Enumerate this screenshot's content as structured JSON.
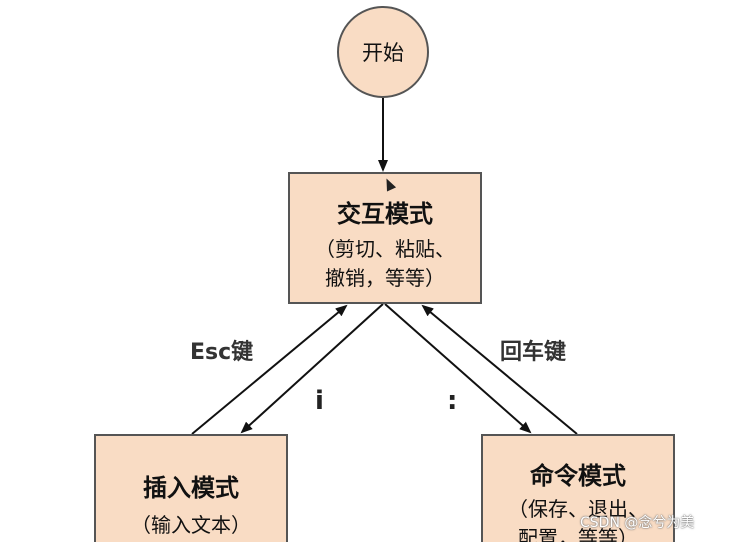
{
  "diagram": {
    "start_label": "开始",
    "interactive": {
      "title": "交互模式",
      "desc_line1": "（剪切、粘贴、",
      "desc_line2": "撤销，等等）"
    },
    "insert": {
      "title": "插入模式",
      "desc_line1": "（输入文本）"
    },
    "command": {
      "title": "命令模式",
      "desc_line1": "（保存、退出、",
      "desc_line2": "配置，等等）"
    },
    "edges": {
      "esc_label": "Esc键",
      "enter_label": "回车键",
      "i_label": "i",
      "colon_label": ":"
    }
  },
  "watermark": "CSDN @念兮为美",
  "colors": {
    "node_fill": "#f9dcc4",
    "node_border": "#555555",
    "arrow": "#111111"
  }
}
